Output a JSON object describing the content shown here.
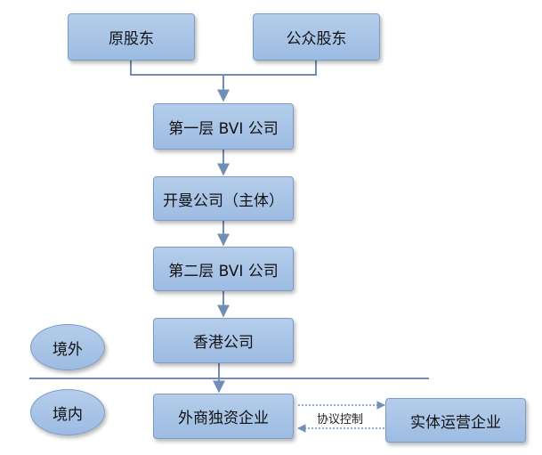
{
  "nodes": {
    "original_shareholders": "原股东",
    "public_shareholders": "公众股东",
    "bvi_layer1": "第一层 BVI 公司",
    "kaiman_main": "开曼公司（主体）",
    "bvi_layer2": "第二层 BVI 公司",
    "hk_company": "香港公司",
    "wfoe": "外商独资企业",
    "operating_entity": "实体运营企业"
  },
  "regions": {
    "offshore": "境外",
    "onshore": "境内"
  },
  "edges": {
    "agreement_control": "协议控制"
  },
  "colors": {
    "box_fill": "#a9c6e8",
    "box_border": "#7d9cc4",
    "connector": "#6f8fb6"
  }
}
